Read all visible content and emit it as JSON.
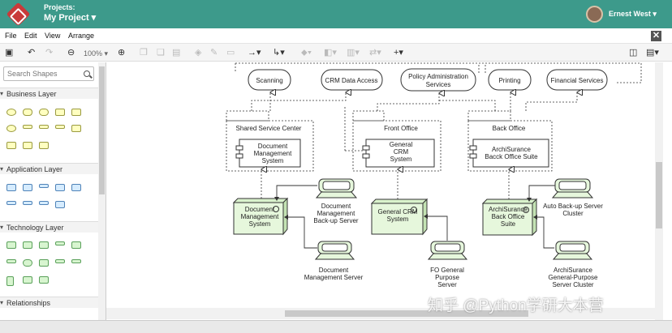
{
  "header": {
    "projects_label": "Projects:",
    "project_name": "My Project ▾",
    "user": "Ernest West ▾"
  },
  "menu": [
    "File",
    "Edit",
    "View",
    "Arrange"
  ],
  "toolbar": {
    "zoom": "100% ▾"
  },
  "sidebar": {
    "search_placeholder": "Search Shapes",
    "sections": [
      "Business Layer",
      "Application Layer",
      "Technology Layer",
      "Relationships"
    ]
  },
  "diagram": {
    "services": [
      "Scanning",
      "CRM Data Access",
      "Policy Administration Services",
      "Printing",
      "Financial Services"
    ],
    "groups": [
      "Shared Service Center",
      "Front Office",
      "Back Office"
    ],
    "components": [
      "Document Management System",
      "General CRM System",
      "ArchiSurance Bacck Office Suite"
    ],
    "nodes": [
      "Document Management System",
      "General CRM System",
      "ArchiSurance Back Office Suite"
    ],
    "devices": [
      "Document Management Back-up Server",
      "Auto Back-up Server Cluster",
      "Document Management Server",
      "FO General Purpose Server",
      "ArchiSurance General-Purpose Server Cluster"
    ]
  },
  "watermark": "知乎 @Python学研大本营"
}
